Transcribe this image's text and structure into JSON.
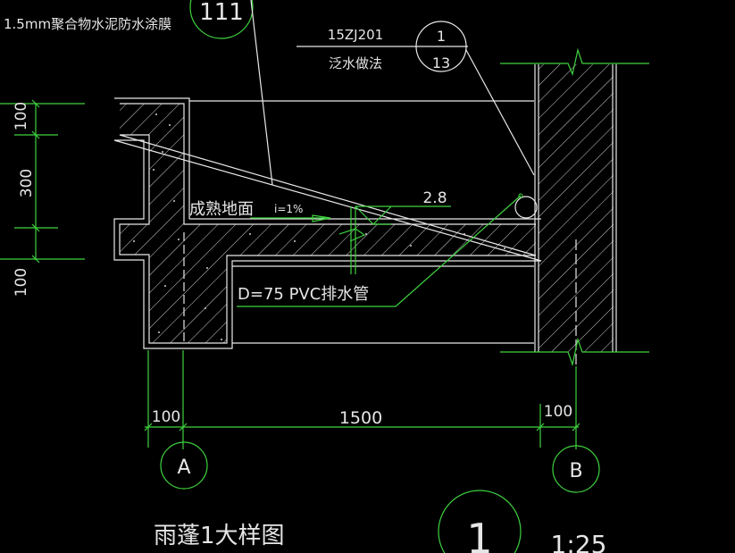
{
  "drawing": {
    "title": "雨蓬1大样图",
    "detail_number": "1",
    "scale": "1:25",
    "colors": {
      "background": "#000000",
      "lines": "#e8e8e8",
      "dimension": "#3fd23f"
    }
  },
  "annotations": {
    "membrane": "1.5mm聚合物水泥防水涂膜",
    "index_bubble": "111",
    "reference_code": "15ZJ201",
    "reference_label": "泛水做法",
    "reference_detail": "1",
    "reference_sheet": "13",
    "floor_finish": "成熟地面",
    "slope": "i=1%",
    "elevation": "2.8",
    "drain_pipe": "D=75 PVC排水管"
  },
  "dimensions": {
    "vertical": [
      "100",
      "300",
      "100"
    ],
    "horizontal": [
      "100",
      "1500",
      "100"
    ]
  },
  "axes": [
    {
      "label": "A"
    },
    {
      "label": "B"
    }
  ]
}
